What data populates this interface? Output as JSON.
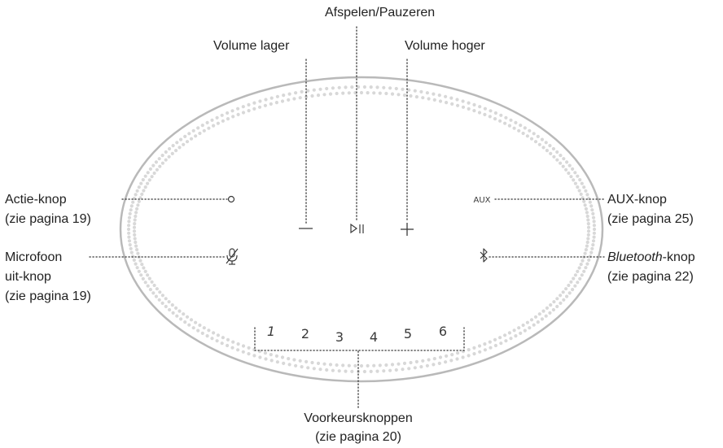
{
  "labels": {
    "play_pause": "Afspelen/Pauzeren",
    "volume_down": "Volume lager",
    "volume_up": "Volume hoger",
    "action_button": "Actie-knop",
    "action_button_ref": "(zie pagina 19)",
    "mic_off_line1": "Microfoon",
    "mic_off_line2": "uit-knop",
    "mic_off_ref": "(zie pagina 19)",
    "aux_button": "AUX-knop",
    "aux_button_ref": "(zie pagina 25)",
    "bluetooth_italic": "Bluetooth",
    "bluetooth_suffix": "-knop",
    "bluetooth_ref": "(zie pagina 22)",
    "presets": "Voorkeursknoppen",
    "presets_ref": "(zie pagina 20)"
  },
  "controls": {
    "aux_text": "AUX",
    "presets": [
      "1",
      "2",
      "3",
      "4",
      "5",
      "6"
    ]
  },
  "icons": [
    "volume-minus-icon",
    "play-pause-icon",
    "volume-plus-icon",
    "action-circle-icon",
    "mic-off-icon",
    "bluetooth-icon",
    "aux-label"
  ],
  "colors": {
    "device_outline": "#b9b9b9",
    "light_ring_dots": "#d8d8d8",
    "leader_lines": "#333333",
    "text": "#222222"
  }
}
